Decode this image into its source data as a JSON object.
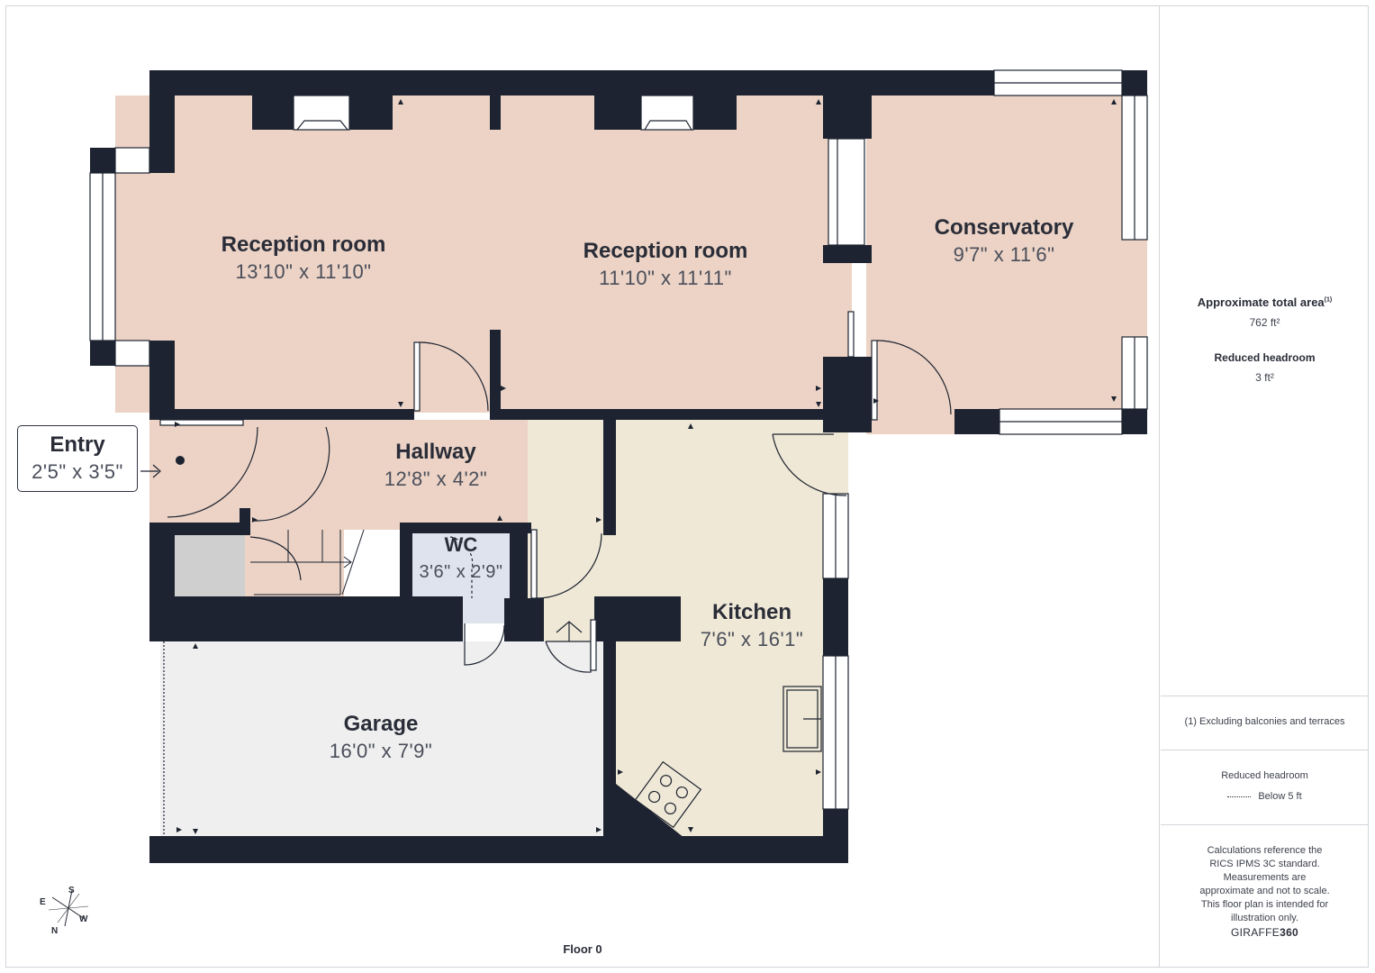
{
  "floor": {
    "title": "Floor 0"
  },
  "rooms": [
    {
      "id": "reception-1",
      "name": "Reception room",
      "dims": "13'10\" x 11'10\""
    },
    {
      "id": "reception-2",
      "name": "Reception room",
      "dims": "11'10\" x 11'11\""
    },
    {
      "id": "conservatory",
      "name": "Conservatory",
      "dims": "9'7\" x 11'6\""
    },
    {
      "id": "entry",
      "name": "Entry",
      "dims": "2'5\" x 3'5\""
    },
    {
      "id": "hallway",
      "name": "Hallway",
      "dims": "12'8\" x 4'2\""
    },
    {
      "id": "wc",
      "name": "WC",
      "dims": "3'6\" x 2'9\""
    },
    {
      "id": "kitchen",
      "name": "Kitchen",
      "dims": "7'6\" x 16'1\""
    },
    {
      "id": "garage",
      "name": "Garage",
      "dims": "16'0\" x 7'9\""
    }
  ],
  "sidebar": {
    "area_title": "Approximate total area",
    "area_footnote_mark": "(1)",
    "area_value": "762 ft²",
    "headroom_title": "Reduced headroom",
    "headroom_value": "3 ft²",
    "footnote": "(1) Excluding balconies and terraces",
    "legend_title": "Reduced headroom",
    "legend_item": "Below 5 ft",
    "disclaimer": "Calculations reference the RICS IPMS 3C standard. Measurements are approximate and not to scale. This floor plan is intended for illustration only.",
    "brand_light": "GIRAFFE",
    "brand_bold": "360"
  },
  "compass": {
    "n": "N",
    "s": "S",
    "e": "E",
    "w": "W"
  },
  "colors": {
    "wall": "#1d2330",
    "living": "#ecd3c6",
    "kitchen": "#efe8d6",
    "wc": "#dfe3ee",
    "garage": "#efefef",
    "cupboard": "#cfcfcf"
  }
}
